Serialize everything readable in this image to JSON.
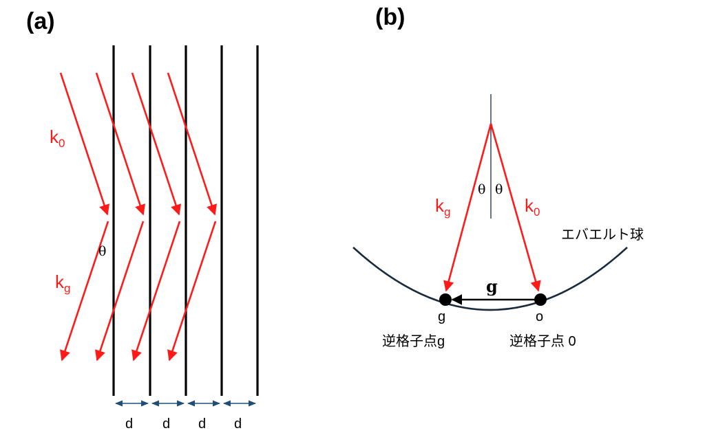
{
  "panel_a": {
    "label": "(a)",
    "k0_main": "k",
    "k0_sub": "0",
    "kg_main": "k",
    "kg_sub": "g",
    "theta": "θ",
    "spacing_label": "d"
  },
  "panel_b": {
    "label": "(b)",
    "theta_left": "θ",
    "theta_right": "θ",
    "kg_main": "k",
    "kg_sub": "g",
    "k0_main": "k",
    "k0_sub": "0",
    "sphere_label": "エバエルト球",
    "g_vector": "g",
    "point_g_letter": "g",
    "point_o_letter": "o",
    "point_g_name": "逆格子点g",
    "point_o_name": "逆格子点 0"
  },
  "colors": {
    "beam": "#ff1a1a",
    "plane": "#000000",
    "arrow_d": "#1f4e79",
    "sphere": "#1a2b3c",
    "axis": "#1f3a5f"
  }
}
